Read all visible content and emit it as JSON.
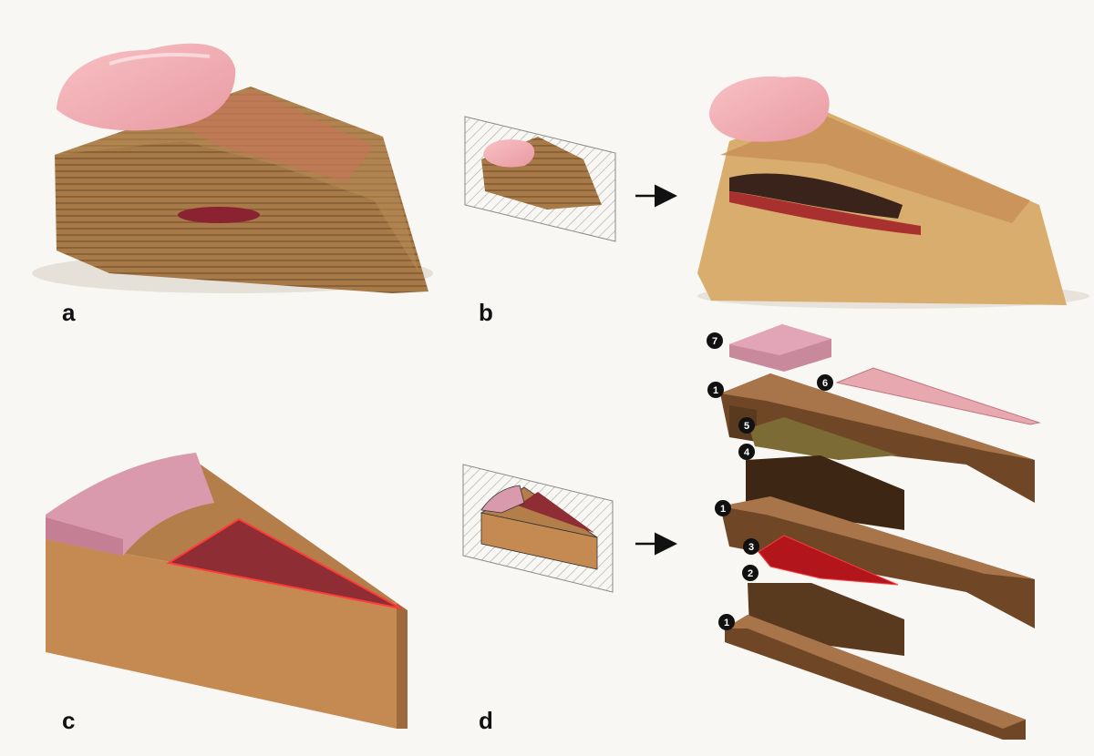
{
  "panels": {
    "a": "a",
    "b": "b",
    "c": "c",
    "d": "d"
  },
  "part_badges": {
    "p7": "7",
    "p6": "6",
    "p1_top": "1",
    "p5": "5",
    "p4": "4",
    "p1_mid": "1",
    "p3": "3",
    "p2": "2",
    "p1_bottom": "1"
  },
  "colors": {
    "background": "#f8f7f3",
    "dough": "#c48a52",
    "dough_dark": "#5a3a1f",
    "frosting_pink": "#d99aae",
    "jam_red": "#8e2d33",
    "jam_edge": "#ff3a3a",
    "filling_olive": "#7d6b35",
    "wedge_pink": "#e8a8b0",
    "badge": "#111111"
  },
  "icons": {
    "arrow_top": "right-arrow-icon",
    "arrow_bottom": "right-arrow-icon",
    "cut_plane_top": "hatched-cut-plane-icon",
    "cut_plane_bottom": "hatched-cut-plane-icon"
  }
}
